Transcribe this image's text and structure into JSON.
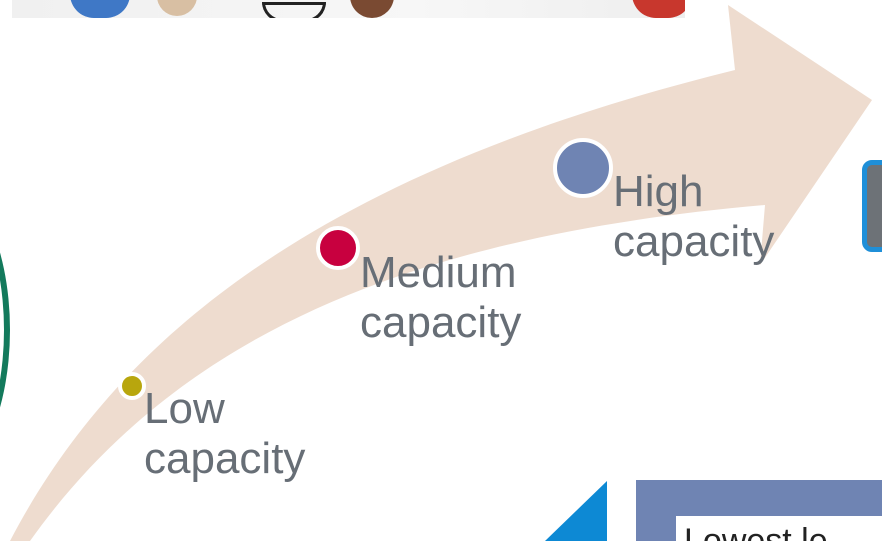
{
  "stages": [
    {
      "id": "low",
      "line1": "Low",
      "line2": "capacity",
      "dot_color": "#b8a60d"
    },
    {
      "id": "medium",
      "line1": "Medium",
      "line2": "capacity",
      "dot_color": "#c8003f"
    },
    {
      "id": "high",
      "line1": "High",
      "line2": "capacity",
      "dot_color": "#6f84b3"
    }
  ],
  "colors": {
    "arrow_fill": "#eedccf",
    "label_text": "#676e76",
    "ring": "#137a5c",
    "slate_panel": "#6f84b3",
    "accent_blue": "#0d89d4"
  },
  "bottom_panel": {
    "text": "Lowest le"
  }
}
